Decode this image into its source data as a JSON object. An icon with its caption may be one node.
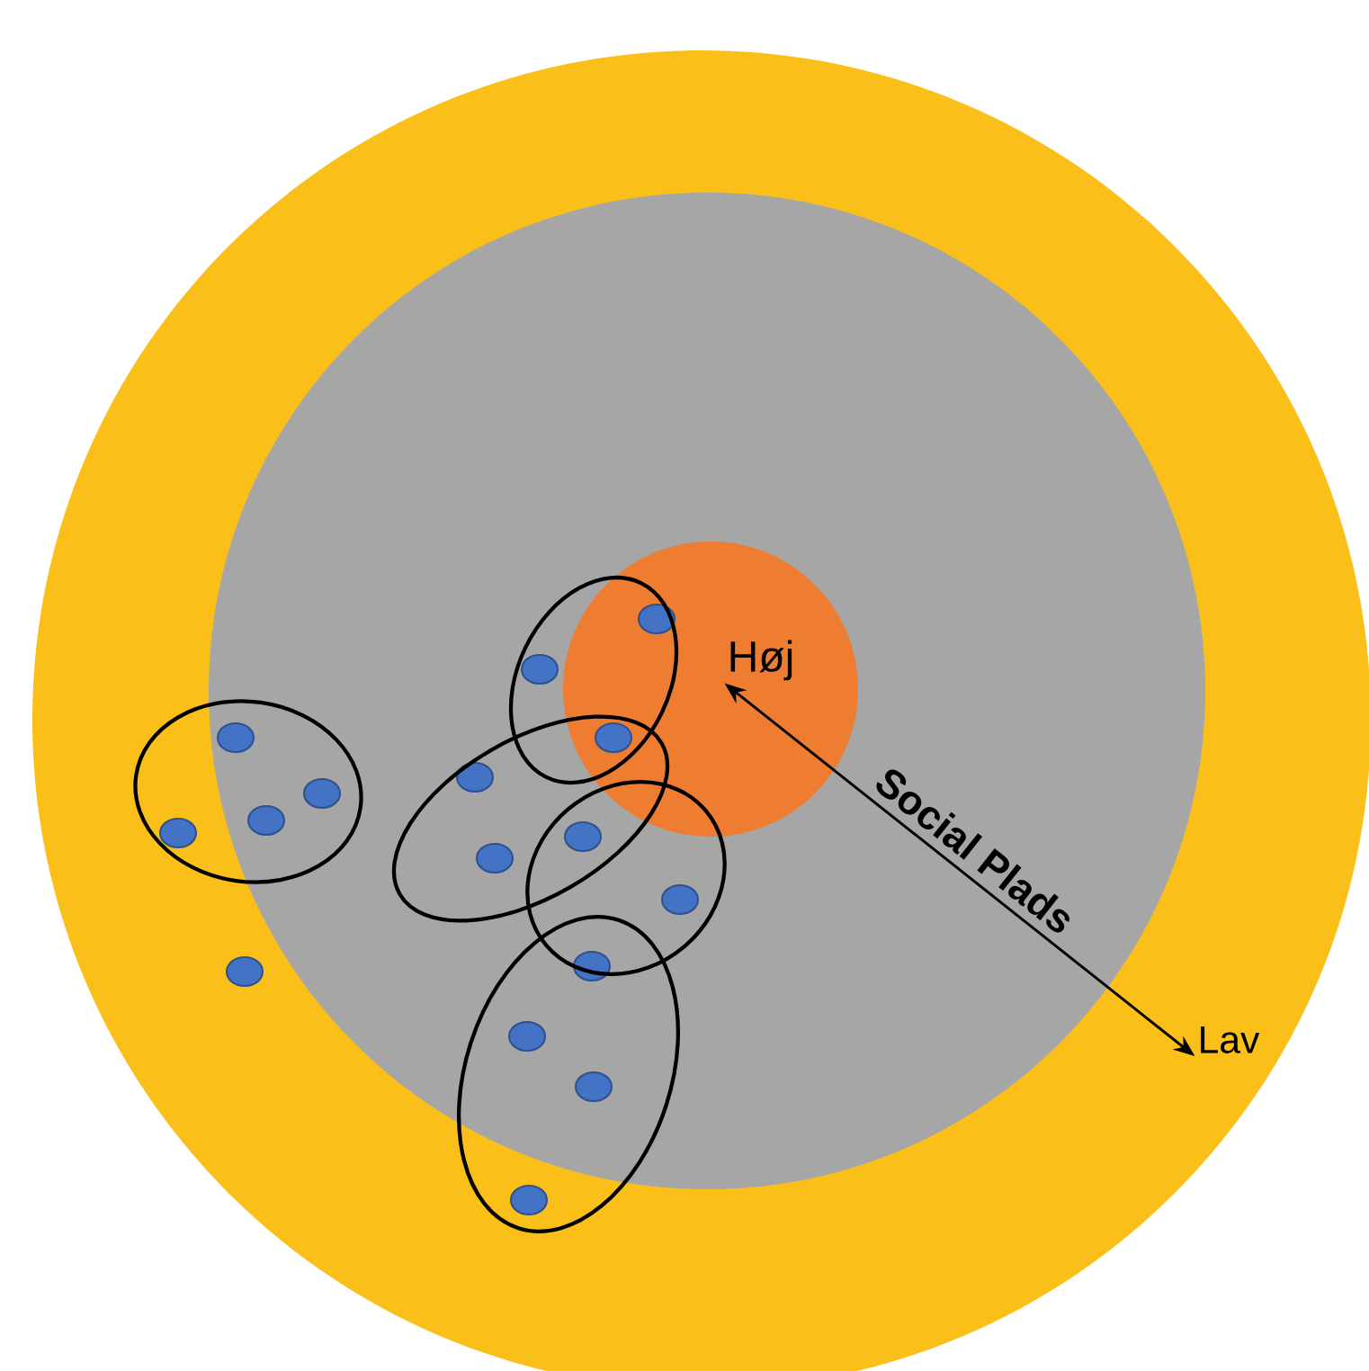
{
  "diagram": {
    "nodes": [
      {
        "text": [
          "Høj"
        ]
      },
      {
        "text": [
          "Lav"
        ]
      }
    ],
    "edges": [
      {
        "from": 0,
        "to": 1,
        "arrow": "both",
        "label": "Social Plads"
      }
    ]
  }
}
